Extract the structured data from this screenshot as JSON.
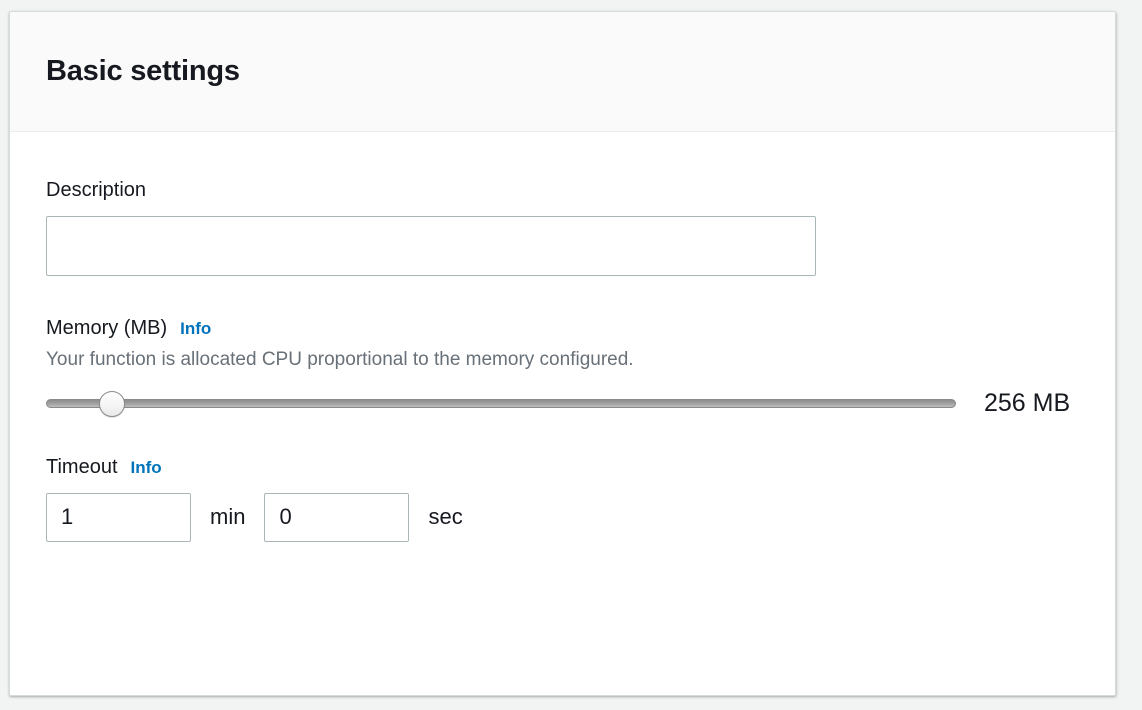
{
  "card": {
    "title": "Basic settings"
  },
  "description": {
    "label": "Description",
    "value": "",
    "placeholder": ""
  },
  "memory": {
    "label": "Memory (MB)",
    "info_label": "Info",
    "help": "Your function is allocated CPU proportional to the memory configured.",
    "value": 256,
    "value_display": "256 MB",
    "min": 128,
    "max": 10240,
    "step": 1
  },
  "timeout": {
    "label": "Timeout",
    "info_label": "Info",
    "minutes": "1",
    "minutes_unit": "min",
    "seconds": "0",
    "seconds_unit": "sec"
  },
  "colors": {
    "accent_link": "#0073bb",
    "text_primary": "#16191f",
    "text_secondary": "#687078",
    "input_border": "#aab7b8",
    "card_header_bg": "#fafafa",
    "page_bg": "#f2f3f3"
  }
}
